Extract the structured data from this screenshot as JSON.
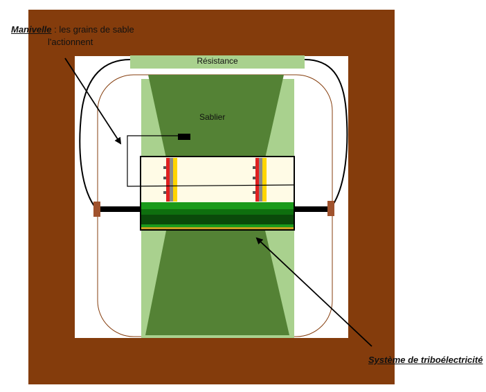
{
  "labels": {
    "crank_term": "Manivelle",
    "crank_rest": " : les grains de sable",
    "crank_line2": "l'actionnent",
    "resistance": "Résistance",
    "hourglass": "Sablier",
    "tribo_system": "Système de triboélectricité"
  },
  "colors": {
    "frame_brown": "#843c0c",
    "inner_white": "#ffffff",
    "light_green": "#a9d18e",
    "dark_green": "#548235",
    "resistance_fill": "#a9d18e",
    "chamber_fill": "#fffbe6",
    "electrode_red": "#e02020",
    "electrode_grey": "#8a8a8a",
    "electrode_yellow": "#ffd500",
    "band_green": "#1a9a1a",
    "band_dark": "#0a4a0a",
    "band_gold": "#c8a020",
    "terminal_brown": "#a0522d",
    "wire": "#000000"
  }
}
